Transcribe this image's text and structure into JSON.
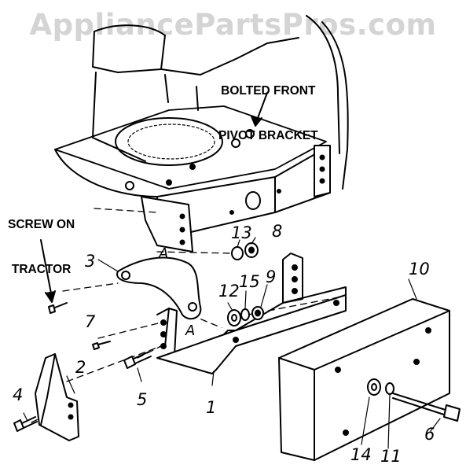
{
  "watermark": "AppliancePartsPros.com",
  "callouts": {
    "pivot_bracket_line1": "BOLTED FRONT",
    "pivot_bracket_line2": "PIVOT BRACKET",
    "screw_line1": "SCREW ON",
    "screw_line2": "TRACTOR"
  },
  "part_numbers": {
    "p1": "1",
    "p2": "2",
    "p3": "3",
    "p4": "4",
    "p5": "5",
    "p6": "6",
    "p7": "7",
    "p8": "8",
    "p9": "9",
    "p10": "10",
    "p11": "11",
    "p12": "12",
    "p13": "13",
    "p14": "14",
    "p15": "15"
  },
  "reference_marks": {
    "a_upper": "A",
    "a_lower": "A"
  }
}
